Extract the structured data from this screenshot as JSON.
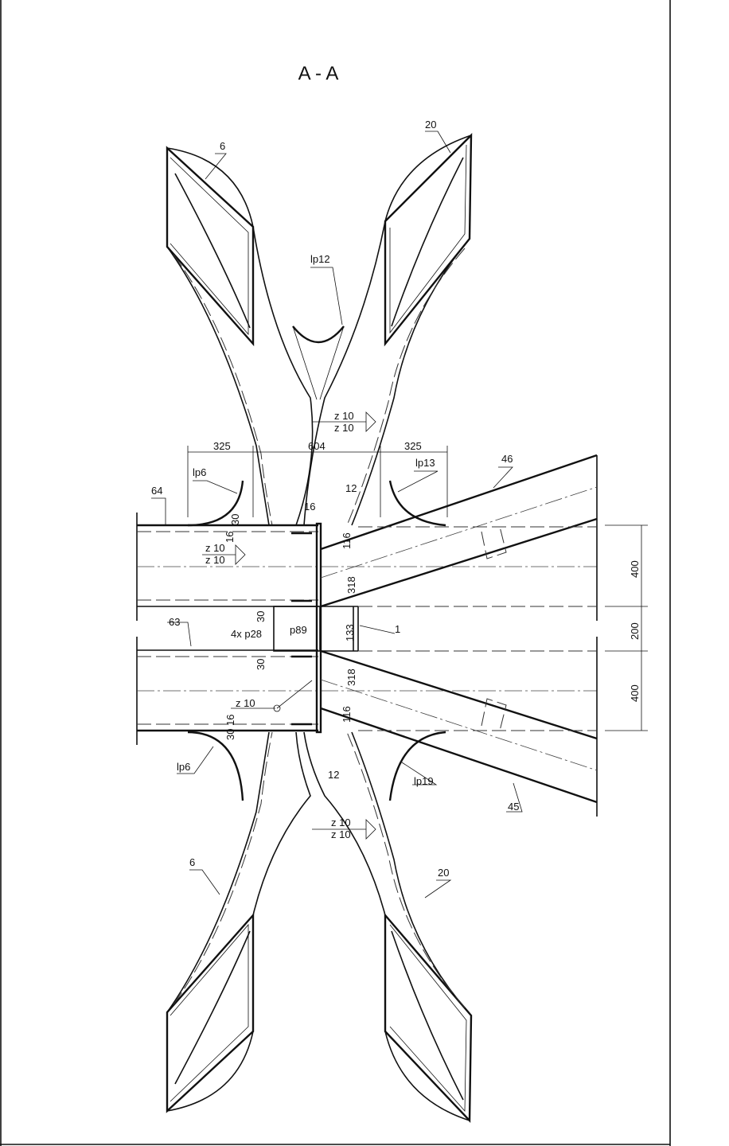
{
  "title": "A - A",
  "labels": {
    "p6_top": "6",
    "p20_top": "20",
    "lp12": "lp12",
    "weld_top_a": "z 10",
    "weld_top_b": "z 10",
    "dim_325_left": "325",
    "dim_604": "604",
    "dim_325_right": "325",
    "lp6_top": "lp6",
    "lp13": "lp13",
    "p46": "46",
    "p64": "64",
    "w12_top": "12",
    "d16_top": "16",
    "d30_a": "30",
    "d16_b": "16",
    "z10_left_a": "z 10",
    "z10_left_b": "z 10",
    "d116_top": "116",
    "d318_top": "318",
    "dim_400_top": "400",
    "p63": "63",
    "d30_c": "30",
    "bolts": "4x p28",
    "p89": "p89",
    "d133": "133",
    "p1": "1",
    "dim_200": "200",
    "d30_d": "30",
    "d318_bot": "318",
    "dim_400_bot": "400",
    "z10_mid": "z 10",
    "d30_e": "30",
    "d16_e": "16",
    "d116_bot": "116",
    "lp6_bot": "lp6",
    "w12_bot": "12",
    "lp19": "lp19",
    "p45": "45",
    "weld_bot_a": "z 10",
    "weld_bot_b": "z 10",
    "p6_bot": "6",
    "p20_bot": "20"
  }
}
